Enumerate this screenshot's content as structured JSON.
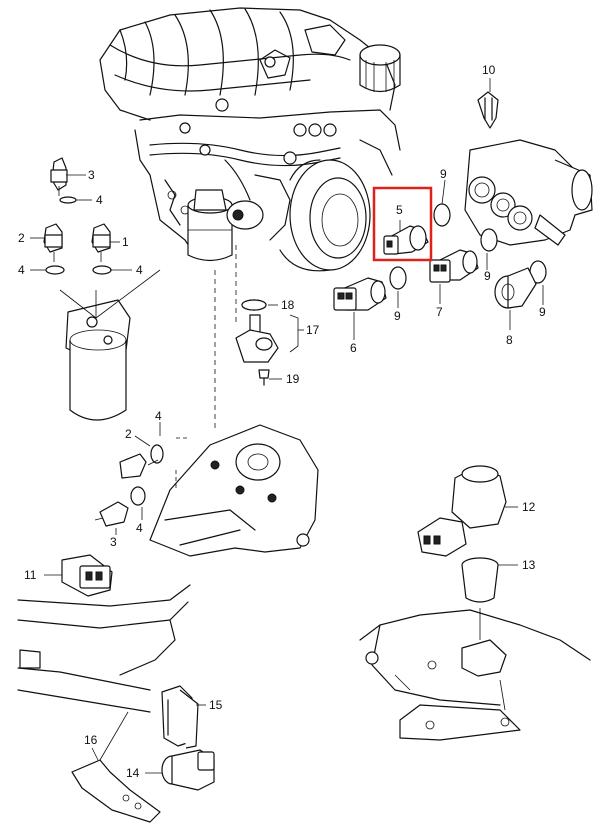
{
  "labels": {
    "l1": "1",
    "l2a": "2",
    "l2b": "2",
    "l3a": "3",
    "l3b": "3",
    "l4a": "4",
    "l4b": "4",
    "l4c": "4",
    "l4d": "4",
    "l4e": "4",
    "l5": "5",
    "l6": "6",
    "l7": "7",
    "l8": "8",
    "l9a": "9",
    "l9b": "9",
    "l9c": "9",
    "l9d": "9",
    "l10": "10",
    "l11": "11",
    "l12": "12",
    "l13": "13",
    "l14": "14",
    "l15": "15",
    "l16": "16",
    "l17": "17",
    "l18": "18",
    "l19": "19"
  },
  "highlight": {
    "color": "#e0201b",
    "target": "5"
  }
}
